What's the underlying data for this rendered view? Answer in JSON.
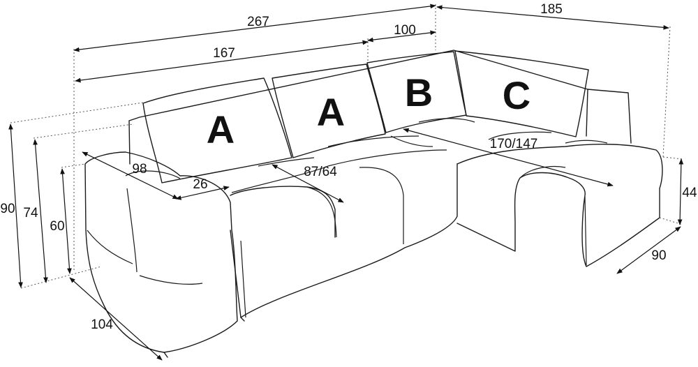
{
  "diagram": {
    "cushion_labels": {
      "a_left": "A",
      "a_right": "A",
      "b": "B",
      "c": "C"
    },
    "dimensions": {
      "total_length": "267",
      "seat_section": "167",
      "corner_section": "100",
      "chaise_length": "185",
      "armrest_depth": "98",
      "armrest_width": "26",
      "seat_depth": "87/64",
      "chaise_depth": "170/147",
      "back_height": "90",
      "cushion_height": "74",
      "armrest_height": "60",
      "seat_height": "44",
      "chaise_width": "90",
      "total_depth": "104"
    },
    "colors": {
      "line": "#1a1a1a",
      "background": "#ffffff"
    }
  }
}
